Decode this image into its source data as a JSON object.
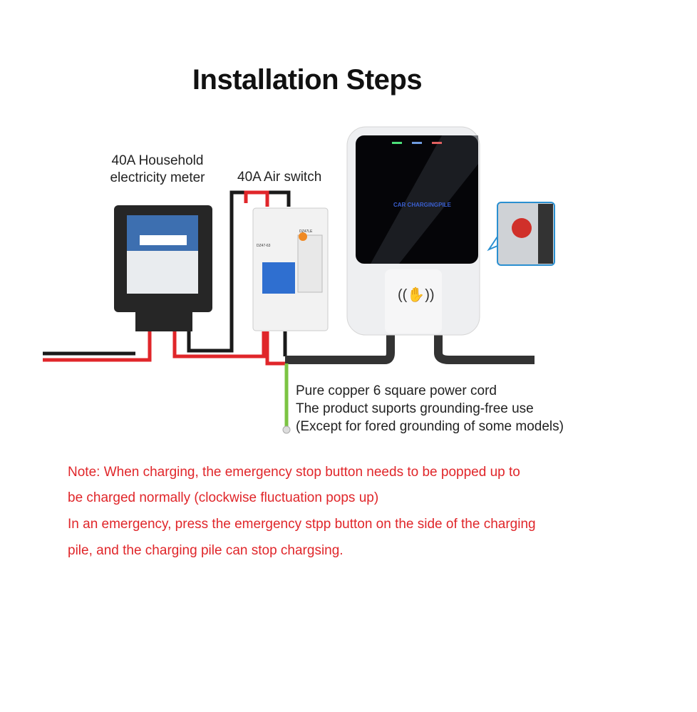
{
  "title": "Installation Steps",
  "labels": {
    "meter": [
      "40A Household",
      "electricity meter"
    ],
    "air_switch": "40A Air switch",
    "cord": [
      "Pure copper 6 square power cord",
      "The product suports grounding-free use",
      "(Except for fored grounding of some models)"
    ]
  },
  "note": [
    "Note: When charging, the emergency stop button needs to be popped up to",
    "be charged normally (clockwise fluctuation pops up)",
    "In an emergency, press the emergency stpp button on the side of the charging",
    "pile, and the charging pile can stop chargsing."
  ],
  "device": {
    "charger_logo": "CAR CHARGINGPILE",
    "breaker_1": "DZ47-63",
    "breaker_2": "DZ47LE"
  },
  "colors": {
    "note": "#e0262a",
    "live_wire": "#e0262a",
    "neutral_wire": "#1a1a1a",
    "ground_wire": "#7cc443",
    "callout_border": "#2a8fd0"
  }
}
